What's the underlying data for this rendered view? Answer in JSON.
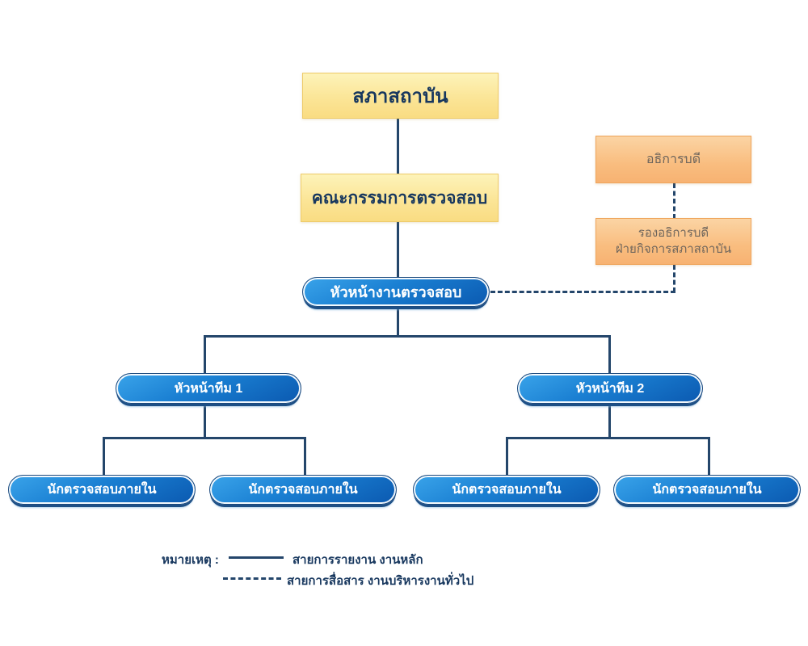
{
  "chart": {
    "type": "org-chart",
    "nodes": {
      "council": {
        "label": "สภาสถาบัน"
      },
      "audit_committee": {
        "label": "คณะกรรมการตรวจสอบ"
      },
      "president": {
        "label": "อธิการบดี"
      },
      "vice_president": {
        "label_line1": "รองอธิการบดี",
        "label_line2": "ฝ่ายกิจการสภาสถาบัน"
      },
      "audit_head": {
        "label": "หัวหน้างานตรวจสอบ"
      },
      "team_leader_1": {
        "label": "หัวหน้าทีม 1"
      },
      "team_leader_2": {
        "label": "หัวหน้าทีม 2"
      },
      "auditors": [
        {
          "label": "นักตรวจสอบภายใน"
        },
        {
          "label": "นักตรวจสอบภายใน"
        },
        {
          "label": "นักตรวจสอบภายใน"
        },
        {
          "label": "นักตรวจสอบภายใน"
        }
      ]
    },
    "edges": {
      "solid": [
        "council -> audit_committee",
        "audit_committee -> audit_head",
        "audit_head -> team_leader_1",
        "audit_head -> team_leader_2",
        "team_leader_1 -> auditor_1",
        "team_leader_1 -> auditor_2",
        "team_leader_2 -> auditor_3",
        "team_leader_2 -> auditor_4"
      ],
      "dashed": [
        "president -> vice_president",
        "vice_president -> audit_head"
      ]
    },
    "legend": {
      "title": "หมายเหตุ :",
      "solid_label": "สายการรายงาน งานหลัก",
      "dashed_label": "สายการสื่อสาร งานบริหารงานทั่วไป"
    },
    "colors": {
      "yellow_fill": "#FBE597",
      "yellow_border": "#EECB6A",
      "orange_fill": "#F9BD7F",
      "orange_border": "#EFA55C",
      "pill_blue_light": "#3AA4EA",
      "pill_blue_dark": "#0B59B0",
      "line_navy": "#24466B",
      "text_navy": "#17375E",
      "orange_text": "#6E655C",
      "pill_text": "#FFFFFF"
    }
  }
}
